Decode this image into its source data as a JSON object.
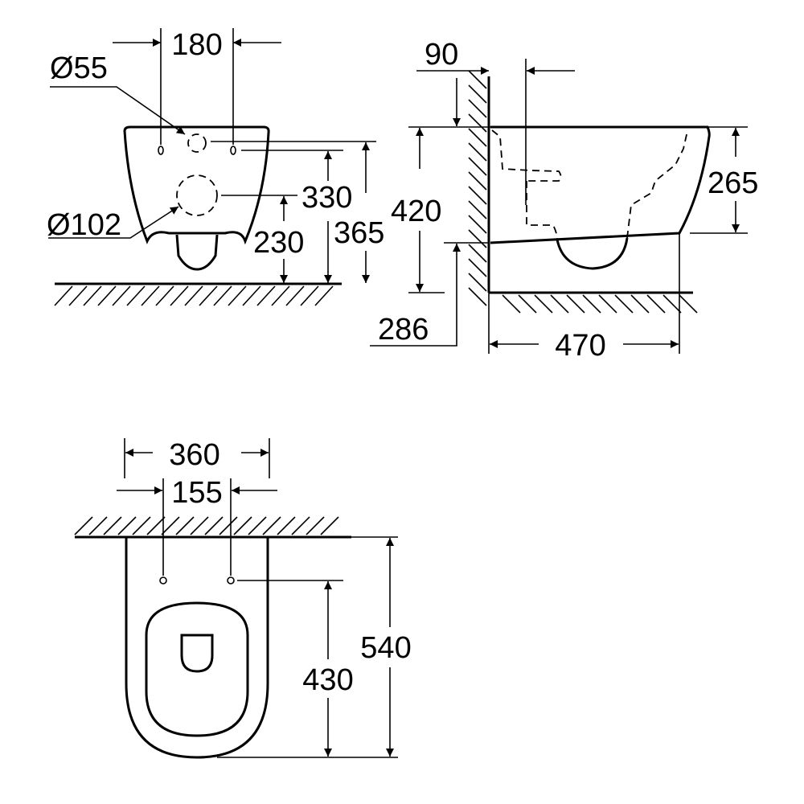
{
  "front_view": {
    "width_bolts": "180",
    "inlet_diameter": "Ø55",
    "outlet_diameter": "Ø102",
    "bolt_height": "330",
    "outlet_height": "230",
    "inlet_height": "365"
  },
  "side_view": {
    "inlet_offset": "90",
    "rim_height": "420",
    "bottom_height": "286",
    "depth": "470",
    "bowl_height": "265"
  },
  "top_view": {
    "width": "360",
    "bolt_spacing": "155",
    "length": "540",
    "bolt_to_front": "430"
  }
}
